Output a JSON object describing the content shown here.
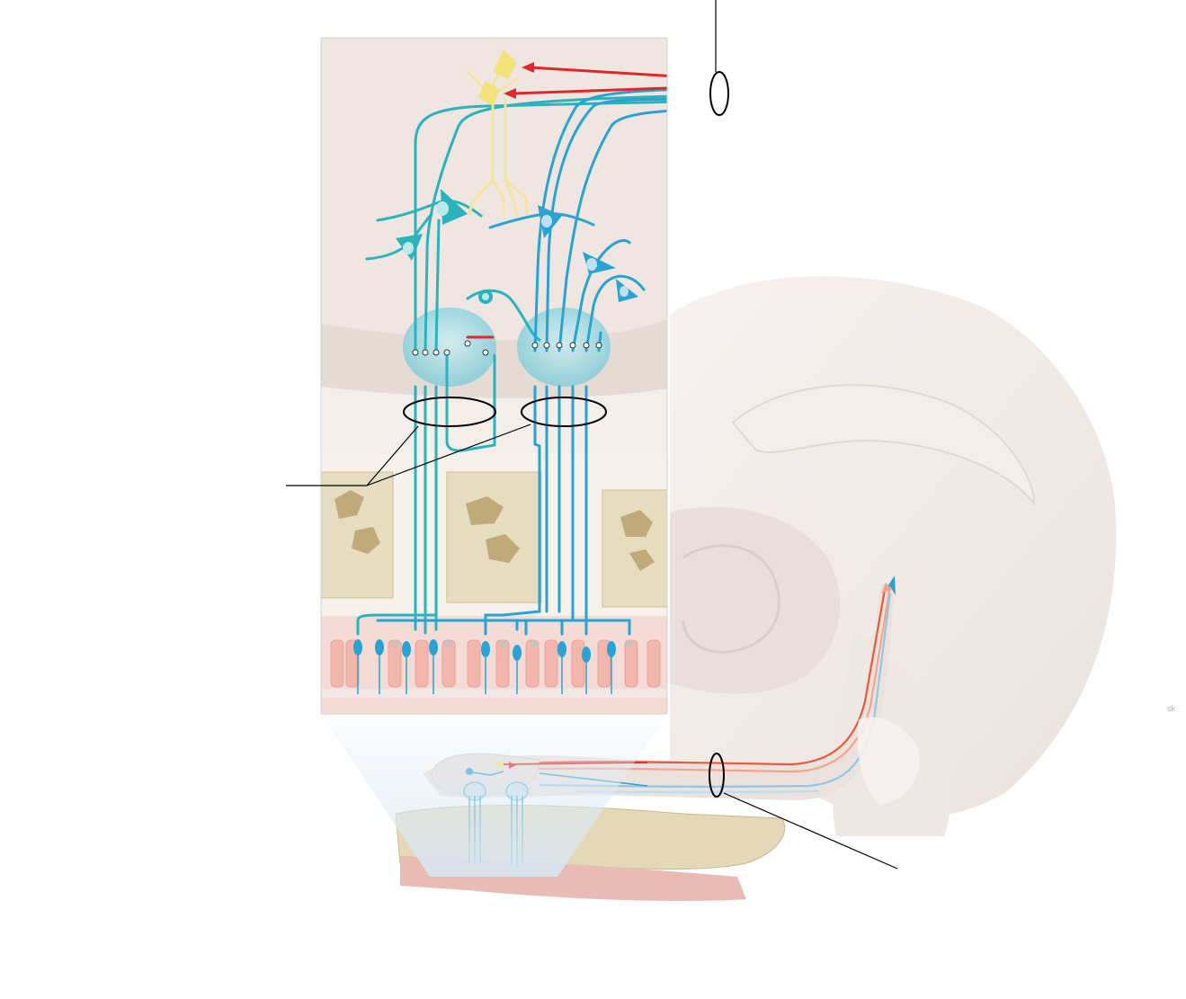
{
  "figure": {
    "signature": "sk",
    "colors": {
      "background": "#ffffff",
      "brain_tissue": "#ece3df",
      "bone": "#e6dcbf",
      "mucosa": "#f2cfc8",
      "afferent_fiber": "#29a3d3",
      "teal_fiber": "#2bb3bc",
      "efferent_fiber": "#e02828",
      "centrifugal_neuron": "#f3e4a0"
    },
    "label_lines": [
      {
        "name": "label-line-top"
      },
      {
        "name": "label-line-left"
      },
      {
        "name": "label-line-bottom-right"
      }
    ]
  }
}
